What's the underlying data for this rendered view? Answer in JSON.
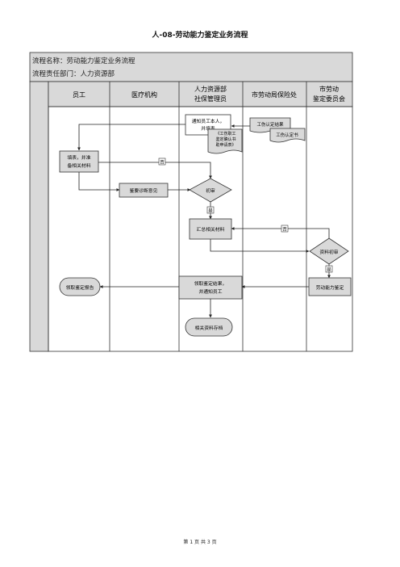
{
  "doc_title": "人-08-劳动能力鉴定业务流程",
  "process_name": "流程名称：劳动能力鉴定业务流程",
  "process_dept": "流程责任部门：人力资源部",
  "lanes": [
    {
      "line1": "员工",
      "line2": ""
    },
    {
      "line1": "医疗机构",
      "line2": ""
    },
    {
      "line1": "人力资源部",
      "line2": "社保管理员"
    },
    {
      "line1": "市劳动局保险处",
      "line2": ""
    },
    {
      "line1": "市劳动",
      "line2": "鉴定委员会"
    }
  ],
  "nodes": {
    "notify": {
      "l1": "通知员工本人，",
      "l2": "并填表"
    },
    "doc_form": {
      "l1": "《工伤职工",
      "l2": "鉴定确认书",
      "l3": "助申请表》"
    },
    "injury_result": "工伤认定结果",
    "injury_book": "工伤认定书",
    "fill_form": {
      "l1": "填表，并准",
      "l2": "备相关材料"
    },
    "diagnosis": "鉴要诊断意见",
    "review1": "初审",
    "collect": "汇总相关材料",
    "review2": "资料初审",
    "obtain": {
      "l1": "领取鉴定结果，",
      "l2": "并通知员工"
    },
    "receive_report": "领取鉴定报告",
    "appraisal": "劳动能力鉴定",
    "archive": "相关资料存档"
  },
  "labels": {
    "no": "否",
    "yes": "是"
  },
  "footer": "第 1 页 共 3 页"
}
